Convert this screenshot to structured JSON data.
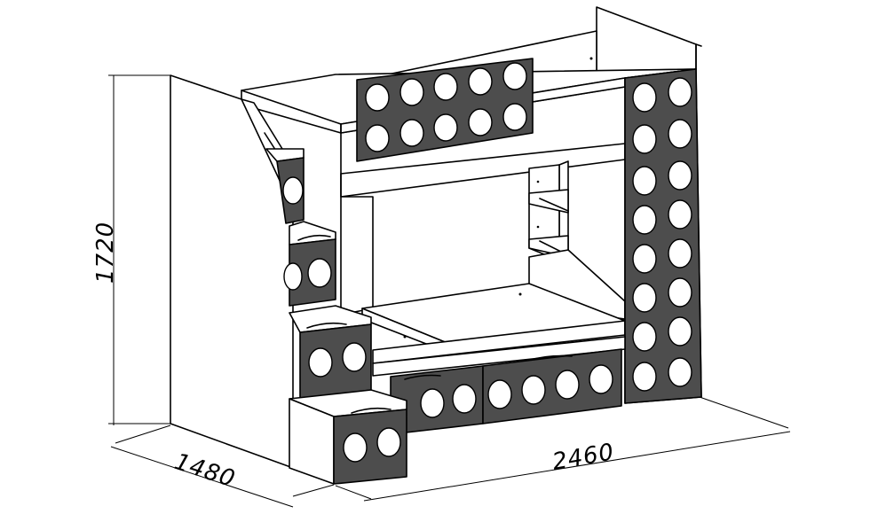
{
  "dimensions": {
    "height": "1720",
    "depth": "1480",
    "width": "2460"
  }
}
